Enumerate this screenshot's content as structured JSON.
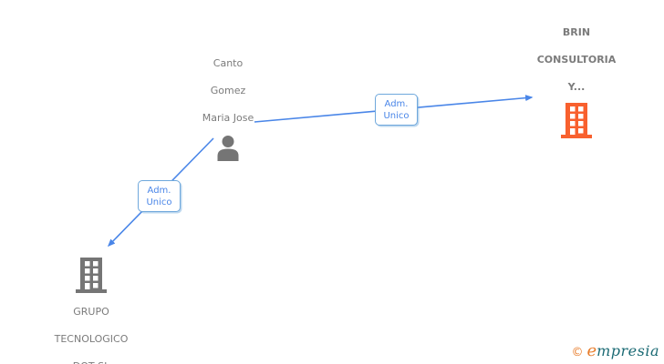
{
  "diagram": {
    "person": {
      "name_line1": "Canto",
      "name_line2": "Gomez",
      "name_line3": "Maria Jose"
    },
    "companies": {
      "brin": {
        "name_line1": "BRIN",
        "name_line2": "CONSULTORIA",
        "name_line3": "Y...",
        "icon_color": "#f8602e"
      },
      "grupo": {
        "name_line1": "GRUPO",
        "name_line2": "TECNOLOGICO",
        "name_line3": "DOT SL",
        "icon_color": "#757575"
      }
    },
    "edges": {
      "to_brin": {
        "label_line1": "Adm.",
        "label_line2": "Unico"
      },
      "to_grupo": {
        "label_line1": "Adm.",
        "label_line2": "Unico"
      }
    },
    "colors": {
      "edge_blue": "#4a86e8",
      "label_border_blue": "#6fa8dc",
      "label_text_blue": "#4a86e8",
      "node_text_gray": "#7b7b7b",
      "person_icon_gray": "#757575"
    }
  },
  "footer": {
    "copyright_symbol": "©",
    "brand_initial": "e",
    "brand_rest": "mpresia"
  }
}
